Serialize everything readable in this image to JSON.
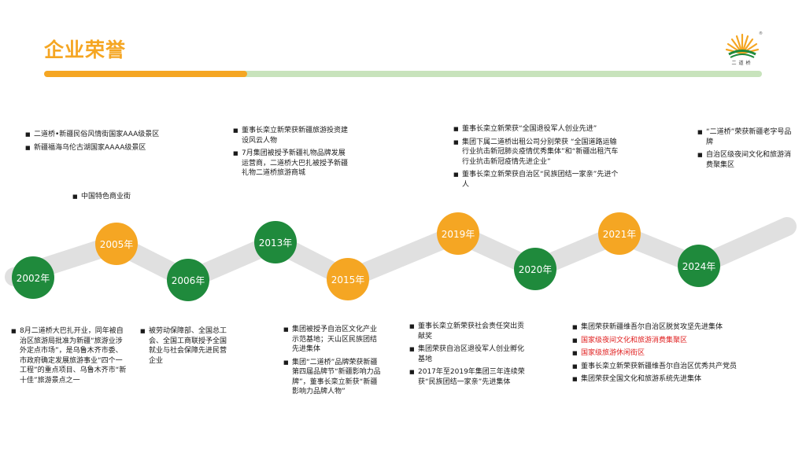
{
  "title": "企业荣誉",
  "logo": {
    "text": "二道桥",
    "reg": "®"
  },
  "timeline": [
    {
      "year": "2002年",
      "color": "green"
    },
    {
      "year": "2005年",
      "color": "orange"
    },
    {
      "year": "2006年",
      "color": "green"
    },
    {
      "year": "2013年",
      "color": "green"
    },
    {
      "year": "2015年",
      "color": "orange"
    },
    {
      "year": "2019年",
      "color": "orange"
    },
    {
      "year": "2020年",
      "color": "green"
    },
    {
      "year": "2021年",
      "color": "orange"
    },
    {
      "year": "2024年",
      "color": "green"
    }
  ],
  "notes": {
    "top_2002": [
      "二道桥•新疆民俗风情街国家AAA级景区",
      "新疆福海乌伦古湖国家AAAA级景区"
    ],
    "top_2005": [
      "中国特色商业街"
    ],
    "top_2013": [
      "董事长栾立新荣获新疆旅游投资建设风云人物",
      "7月集团被授予新疆礼物品牌发展运营商，二道桥大巴扎被授予新疆礼物二道桥旅游商城"
    ],
    "top_2019": [
      "董事长栾立新荣获“全国退役军人创业先进”",
      "集团下属二道桥出租公司分别荣获 “全国道路运输行业抗击新冠肺炎疫情优秀集体”和“新疆出租汽车行业抗击新冠疫情先进企业”",
      "董事长栾立新荣获自治区“民族团结一家亲”先进个人"
    ],
    "top_2021": [
      "“二道桥”荣获新疆老字号品牌",
      "自治区级夜间文化和旅游消费聚集区"
    ],
    "bottom_2002": [
      "8月二道桥大巴扎开业，同年被自治区旅游局批准为新疆“旅游业涉外定点市场”，是乌鲁木齐市委、市政府确定发展旅游事业“四个一工程”的重点项目、乌鲁木齐市“新十佳”旅游景点之一"
    ],
    "bottom_2006": [
      "被劳动保障部、全国总工会、全国工商联授予全国就业与社会保障先进民营企业"
    ],
    "bottom_2015": [
      "集团被授予自治区文化产业示范基地；天山区民族团结先进集体",
      "集团“二道桥”品牌荣获新疆第四届品牌节“新疆影响力品牌”，董事长栾立新获“新疆影响力品牌人物”"
    ],
    "bottom_2019": [
      "董事长栾立新荣获社会责任突出贡献奖",
      "集团荣获自治区退役军人创业孵化基地",
      "2017年至2019年集团三年连续荣获“民族团结一家亲”先进集体"
    ],
    "bottom_2024": [
      {
        "text": "集团荣获新疆维吾尔自治区脱贫攻坚先进集体",
        "color": "#1a1a1a"
      },
      {
        "text": "国家级夜间文化和旅游消费集聚区",
        "color": "#e02020"
      },
      {
        "text": "国家级旅游休闲街区",
        "color": "#e02020"
      },
      {
        "text": "董事长栾立新荣获新疆维吾尔自治区优秀共产党员",
        "color": "#1a1a1a"
      },
      {
        "text": "集团荣获全国文化和旅游系统先进集体",
        "color": "#1a1a1a"
      }
    ]
  },
  "colors": {
    "accent": "#f5a623",
    "green": "#1f8a3c",
    "track": "#e0e0e0",
    "red": "#e02020"
  }
}
